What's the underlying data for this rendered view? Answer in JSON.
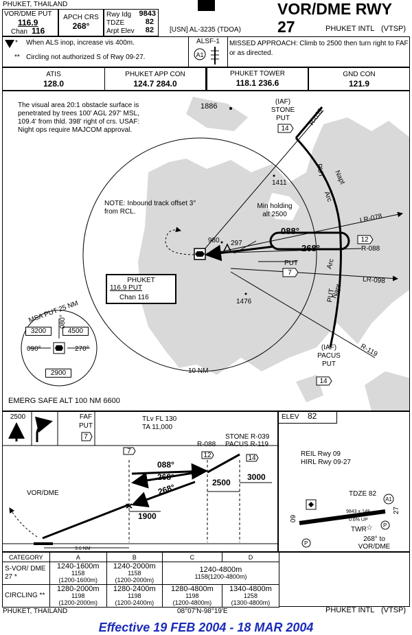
{
  "header": {
    "location": "PHUKET, THAILAND",
    "title": "VOR/DME RWY 27",
    "airport": "PHUKET INTL",
    "ident": "(VTSP)",
    "proc_ref": "[USN] AL-3235 (TDOA)",
    "vor_label": "VOR/DME PUT",
    "vor_freq": "116.9",
    "chan_label": "Chan",
    "chan_value": "116",
    "apch_crs_label": "APCH CRS",
    "apch_crs_value": "268°",
    "rwy_ldg_label": "Rwy Idg",
    "rwy_ldg_value": "9843",
    "tdze_label": "TDZE",
    "tdze_value": "82",
    "arpt_elev_label": "Arpt Elev",
    "arpt_elev_value": "82",
    "note1": "When ALS inop, increase vis 400m.",
    "note2": "Circling not authorized S of Rwy 09-27.",
    "alsf_label": "ALSF-1",
    "alsf_letter": "A1",
    "missed_approach": "MISSED APPROACH: Climb to 2500 then turn right to FAF or as directed."
  },
  "comms": [
    {
      "label": "ATIS",
      "freq": "128.0"
    },
    {
      "label": "PHUKET APP CON",
      "freq": "124.7  284.0"
    },
    {
      "label": "PHUKET TOWER",
      "freq": "118.1  236.6"
    },
    {
      "label": "GND CON",
      "freq": "121.9"
    }
  ],
  "plan": {
    "obstacle_note": "The visual area 20:1 obstacle surface is penetrated by trees 100' AGL 297' MSL, 109.4' from thld. 398' right of crs. USAF: Night ops require MAJCOM approval.",
    "inbound_note": "NOTE: Inbound track offset 3° from RCL.",
    "holding": "Min holding alt 2500",
    "elev_1886": "1886",
    "elev_1411": "1411",
    "elev_980": "980",
    "elev_297": "297",
    "elev_1476": "1476",
    "ten_nm": "10 NM",
    "emerg_safe_alt": "EMERG SAFE ALT 100 NM 6600",
    "crs_088": "088°",
    "crs_268": "268°",
    "stone": "(IAF) STONE PUT",
    "stone_dme": "14",
    "pacus": "(IAF) PACUS PUT",
    "pacus_dme": "14",
    "put_label": "PUT",
    "put_dme7": "7",
    "dme12": "12",
    "arc_label": "PUT",
    "arc_word": "Arc",
    "napt": "Napt",
    "radials": [
      "R-039",
      "LR-078",
      "R-088",
      "LR-098",
      "R-119"
    ],
    "vor_box_name": "PHUKET",
    "vor_box_freq": "116.9 PUT",
    "vor_box_chan": "Chan 116",
    "msa_label": "MSA PUT 25 NM",
    "msa_sectors": [
      "3200",
      "4500",
      "2900"
    ],
    "msa_bearings": [
      "090°",
      "270°",
      "080°"
    ]
  },
  "profile": {
    "ma_alt": "2500",
    "faf_label": "FAF",
    "faf_put": "PUT",
    "faf_dme": "7",
    "tlv": "TLv FL 130",
    "ta": "TA 11,000",
    "r088": "R-088",
    "stone_r": "STONE R-039",
    "pacus_r": "PACUS R-119",
    "dme7": "7",
    "dme12": "12",
    "dme14": "14",
    "crs_088": "088°",
    "crs_268a": "268°",
    "crs_268b": "268°",
    "alt_1900": "1900",
    "alt_2500": "2500",
    "alt_3000": "3000",
    "vor_dme": "VOR/DME",
    "dist_36": "3.6 NM"
  },
  "airport_panel": {
    "elev_label": "ELEV",
    "elev_value": "82",
    "reil": "REIL Rwy 09",
    "hirl": "HIRL Rwy 09-27",
    "tdze": "TDZE 82",
    "rwy_dim": "9843 x 148",
    "grad": "0.6% UP",
    "rwy_09": "09",
    "rwy_27": "27",
    "twr": "TWR",
    "vor_brg": "268° to VOR/DME",
    "alsf": "A1"
  },
  "minimums": {
    "headers": [
      "CATEGORY",
      "A",
      "B",
      "C",
      "D"
    ],
    "row1_label": "S-VOR/ DME 27 *",
    "row1": [
      {
        "main": "1240-1600m",
        "hat": "1158",
        "sub": "(1200-1600m)"
      },
      {
        "main": "1240-2000m",
        "hat": "1158",
        "sub": "(1200-2000m)"
      },
      {
        "main": "1240-4800m",
        "hat": "1158(1200-4800m)",
        "sub": ""
      }
    ],
    "row2_label": "CIRCLING **",
    "row2": [
      {
        "main": "1280-2000m",
        "hat": "1198",
        "sub": "(1200-2000m)"
      },
      {
        "main": "1280-2400m",
        "hat": "1198",
        "sub": "(1200-2400m)"
      },
      {
        "main": "1280-4800m",
        "hat": "1198",
        "sub": "(1200-4800m)"
      },
      {
        "main": "1340-4800m",
        "hat": "1258",
        "sub": "(1300-4800m)"
      }
    ]
  },
  "footer": {
    "location": "PHUKET, THAILAND",
    "coords": "08°07'N-98°19'E",
    "airport": "PHUKET INTL",
    "ident": "(VTSP)",
    "effective": "Effective 19 FEB 2004 - 18 MAR 2004"
  },
  "colors": {
    "effective": "#1a2bb8",
    "land": "#d9d9d9"
  }
}
